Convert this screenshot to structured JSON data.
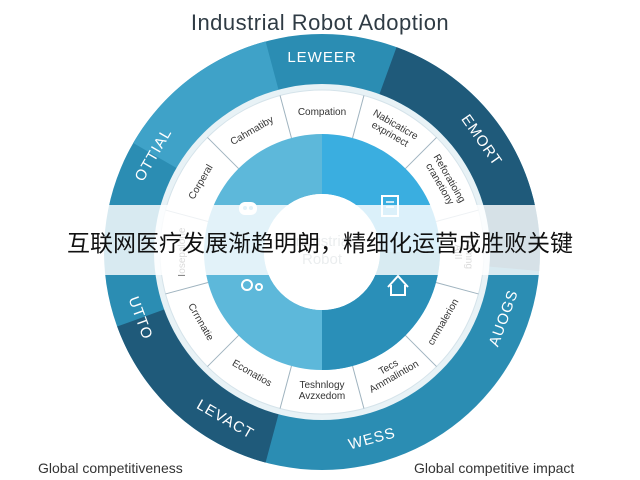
{
  "title": "Industrial Robot Adoption",
  "outer_ring": [
    {
      "label": "LEWEER"
    },
    {
      "label": "EMORT"
    },
    {
      "label": "AUOGS"
    },
    {
      "label": "WESS"
    },
    {
      "label": "LEVACT"
    },
    {
      "label": "UTTO"
    },
    {
      "label": "OTTIAL"
    }
  ],
  "middle_ring": [
    {
      "label": "Compation"
    },
    {
      "label": "Nabicaticre\nexprinect"
    },
    {
      "label": "Reforatioing\ncranetiony"
    },
    {
      "label": "Tramng\nAIII"
    },
    {
      "label": "cmmalerion"
    },
    {
      "label": "Tecs\nAmmalintion"
    },
    {
      "label": "Teshnlogy\nAvzxedom"
    },
    {
      "label": "Econatios"
    },
    {
      "label": "Crrnnatie"
    },
    {
      "label": "Iosepalone"
    },
    {
      "label": "Corperal"
    },
    {
      "label": "Cahmatiby"
    }
  ],
  "center": {
    "label": "Industrial\nRobot"
  },
  "icons": [
    {
      "name": "robot-icon"
    },
    {
      "name": "document-icon"
    },
    {
      "name": "gears-icon"
    },
    {
      "name": "house-icon"
    }
  ],
  "overlay_banner": "互联网医疗发展渐趋明朗，精细化运营成胜败关键",
  "footer": {
    "left": "Global competitiveness",
    "right": "Global competitive impact"
  },
  "colors": {
    "outer_blue": "#2b8db3",
    "outer_dark": "#1f5a7a",
    "outer_light": "#3fa2c8",
    "middle_ring": "#ffffff",
    "inner_left": "#5db8da",
    "inner_right": "#3aaee0",
    "inner_dark": "#2a8fb8",
    "center": "#ffffff",
    "text": "#2f3b44"
  }
}
